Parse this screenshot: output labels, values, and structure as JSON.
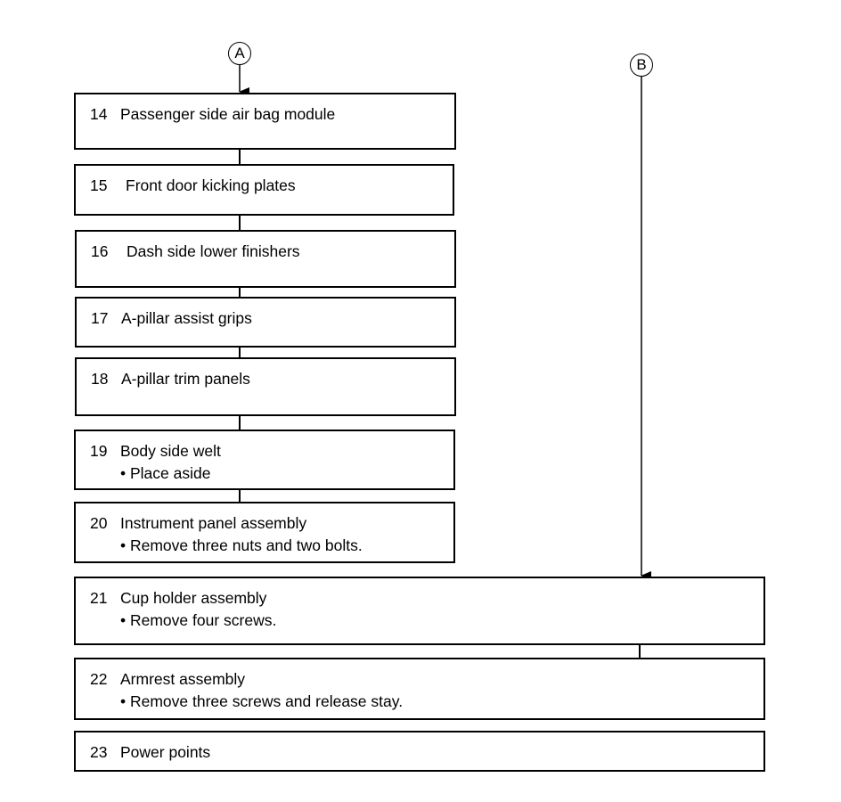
{
  "connectors": {
    "a": "A",
    "b": "B"
  },
  "steps": [
    {
      "num": "14",
      "title": "Passenger side air bag module"
    },
    {
      "num": "15",
      "title": "Front door kicking plates"
    },
    {
      "num": "16",
      "title": "Dash side lower finishers"
    },
    {
      "num": "17",
      "title": "A-pillar assist grips"
    },
    {
      "num": "18",
      "title": "A-pillar trim panels"
    },
    {
      "num": "19",
      "title": "Body side welt",
      "note": "• Place aside"
    },
    {
      "num": "20",
      "title": "Instrument panel assembly",
      "note": "• Remove three nuts and two bolts."
    },
    {
      "num": "21",
      "title": "Cup holder assembly",
      "note": "• Remove four screws."
    },
    {
      "num": "22",
      "title": "Armrest assembly",
      "note": "• Remove three screws and release stay."
    },
    {
      "num": "23",
      "title": "Power points"
    }
  ]
}
